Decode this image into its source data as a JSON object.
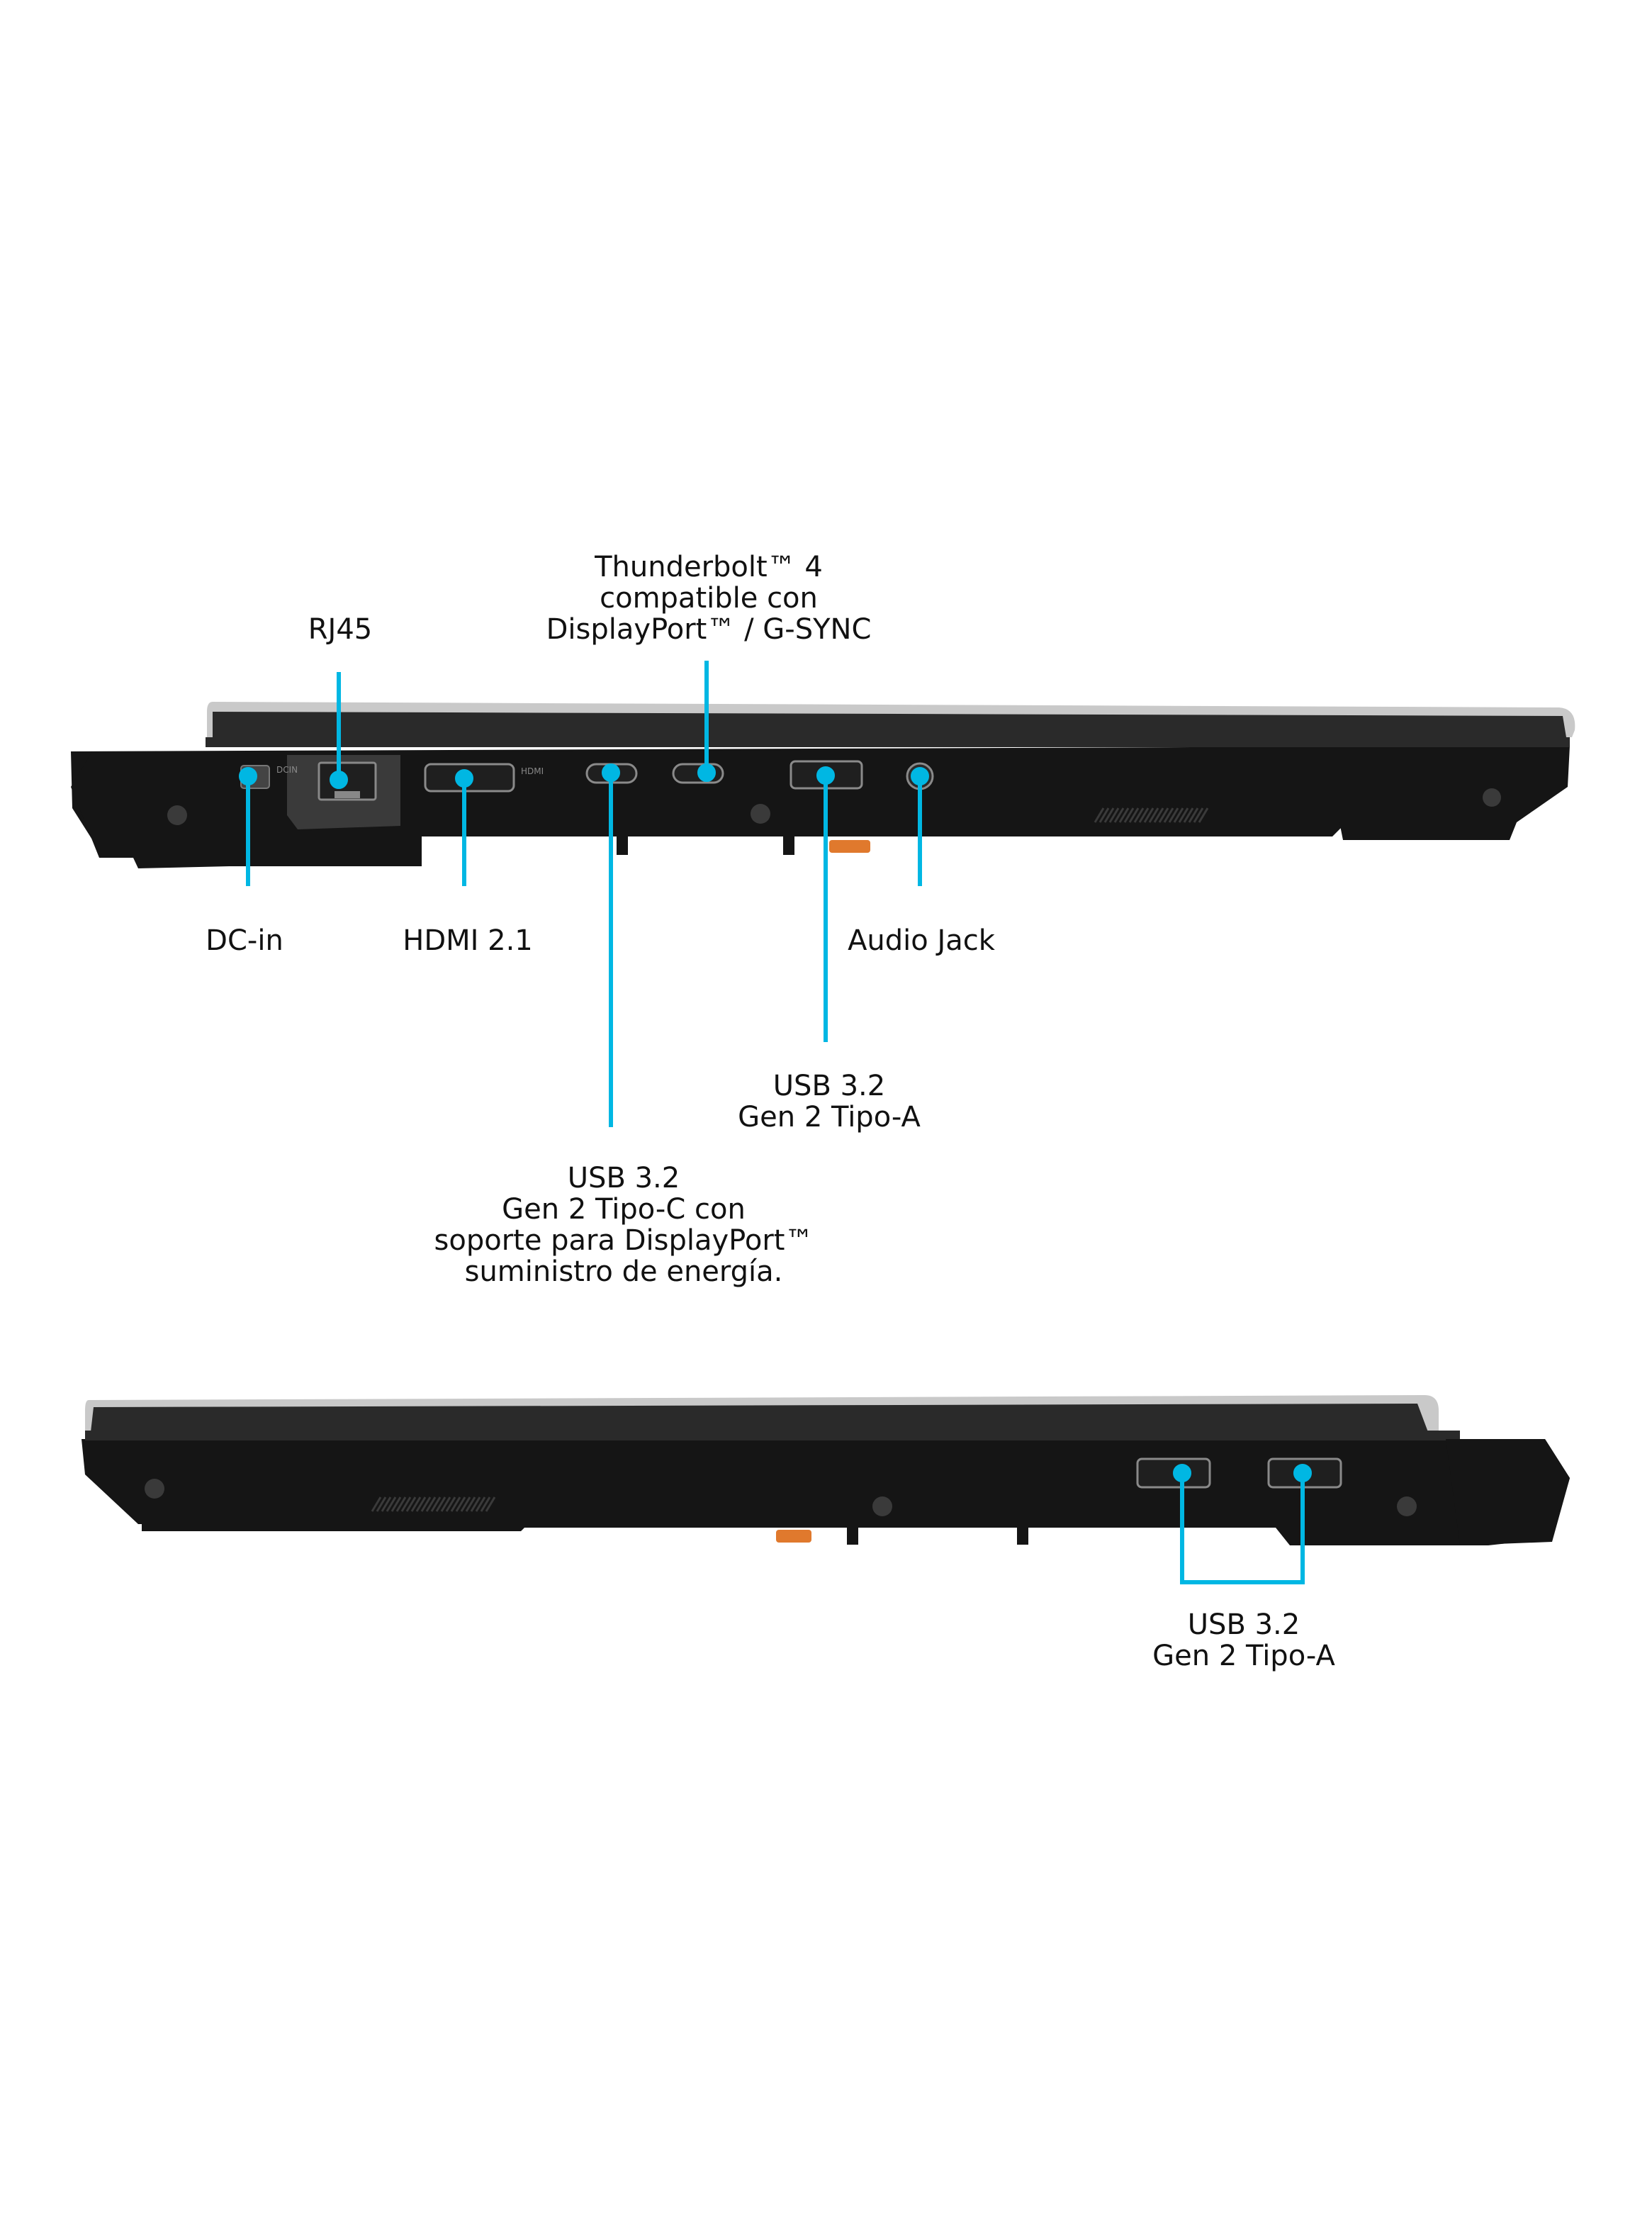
{
  "colors": {
    "background": "#ffffff",
    "laptop_body": "#151515",
    "laptop_top_edge": "#2a2a2a",
    "lid_silver": "#c9c9c9",
    "callout_line": "#00b7e3",
    "hinge_accent": "#e0792d",
    "label_text": "#111111"
  },
  "left_side_view": {
    "callouts": {
      "thunderbolt": [
        "Thunderbolt™ 4",
        "compatible con",
        "DisplayPort™ / G-SYNC"
      ],
      "rj45": [
        "RJ45"
      ],
      "dc_in": [
        "DC-in"
      ],
      "hdmi": [
        "HDMI 2.1"
      ],
      "audio_jack": [
        "Audio Jack"
      ],
      "usb_a": [
        "USB 3.2",
        "Gen 2 Tipo-A"
      ],
      "usb_c": [
        "USB 3.2",
        "Gen 2 Tipo-C con",
        "soporte para DisplayPort™",
        "suministro de energía."
      ]
    },
    "port_markings": {
      "dc": "DCIN",
      "hdmi": "HDMI"
    }
  },
  "right_side_view": {
    "callouts": {
      "usb_a": [
        "USB 3.2",
        "Gen 2 Tipo-A"
      ]
    }
  }
}
